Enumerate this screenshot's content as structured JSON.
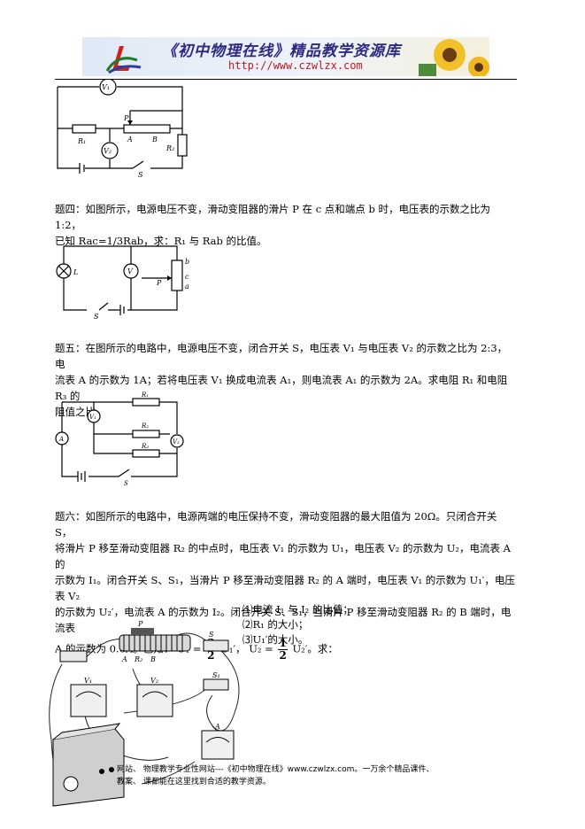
{
  "header": {
    "title": "《初中物理在线》精品教学资源库",
    "url": "http://www.czwlzx.com"
  },
  "q3_figure": {
    "labels": [
      "V₁",
      "P",
      "A",
      "B",
      "R₁",
      "V₂",
      "R₂",
      "S"
    ]
  },
  "q4": {
    "line1": "题四：如图所示，电源电压不变，滑动变阻器的滑片 P 在 c 点和端点 b 时，电压表的示数之比为 1:2，",
    "line2": "已知 Rac=1/3Rab，求：R₁ 与 Rab 的比值。",
    "figure_labels": [
      "L",
      "V",
      "P",
      "b",
      "c",
      "a",
      "S"
    ]
  },
  "q5": {
    "line1": "题五：在图所示的电路中，电源电压不变，闭合开关 S，电压表 V₁ 与电压表 V₂ 的示数之比为 2:3，电",
    "line2": "流表 A 的示数为 1A；若将电压表 V₁ 换成电流表 A₁，则电流表 A₁ 的示数为 2A。求电阻 R₁ 和电阻 R₃ 的",
    "line3": "阻值之比。",
    "figure_labels": [
      "R₁",
      "V₁",
      "R₂",
      "A",
      "V₂",
      "R₃",
      "S"
    ]
  },
  "q6": {
    "line1": "题六：如图所示的电路中，电源两端的电压保持不变，滑动变阻器的最大阻值为 20Ω。只闭合开关 S，",
    "line2": "将滑片 P 移至滑动变阻器 R₂ 的中点时，电压表 V₁ 的示数为 U₁，电压表 V₂ 的示数为 U₂，电流表 A 的",
    "line3": "示数为 I₁。闭合开关 S、S₁，当滑片 P 移至滑动变阻器 R₂ 的 A 端时，电压表 V₁ 的示数为 U₁′，电压表 V₂",
    "line4": "的示数为 U₂′，电流表 A 的示数为 I₂。闭合开关 S、S₁，当滑片 P 移至滑动变阻器 R₂ 的 B 端时，电流表",
    "line5_a": "A 的示数为 0.6A。已知：",
    "eq1_lhs": "U₁ =",
    "eq1_num": "3",
    "eq1_den": "2",
    "eq1_rhs": "U₁′，",
    "eq2_lhs": "U₂ =",
    "eq2_num": "1",
    "eq2_den": "2",
    "eq2_rhs": "U₂′。求：",
    "q1": "⑴电流 I₁ 与 I₂ 的比值；",
    "q2": "⑵R₁ 的大小；",
    "q3": "⑶U₁′的大小。",
    "figure_labels": [
      "P",
      "A",
      "R₂",
      "B",
      "S",
      "S₁",
      "V₁",
      "V₂",
      "A"
    ]
  },
  "footer": {
    "line1": "网站、    物理教学专业性网站---《初中物理在线》www.czwlzx.com。一万余个精品课件、",
    "line2": "教案、         课都能在这里找到合适的教学资源。"
  }
}
